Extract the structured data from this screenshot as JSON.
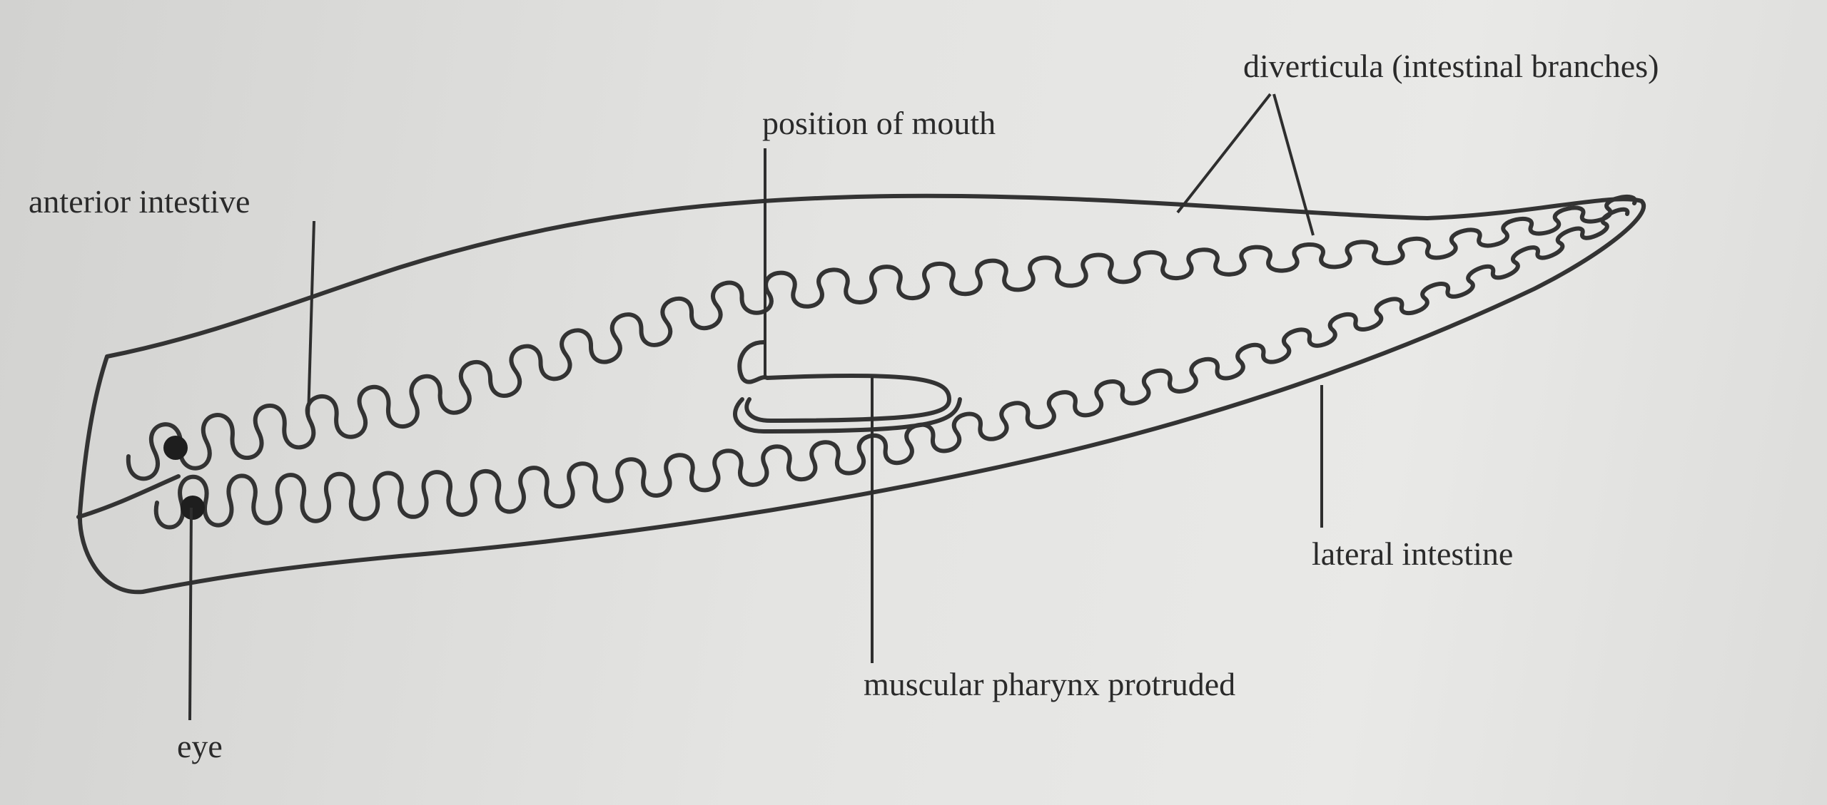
{
  "diagram": {
    "labels": {
      "diverticula": "diverticula (intestinal branches)",
      "mouth": "position of mouth",
      "anterior": "anterior intestive",
      "eye": "eye",
      "pharynx": "muscular pharynx protruded",
      "lateral": "lateral intestine"
    },
    "colors": {
      "ink": "#333333",
      "paper": "#e4e4e2"
    }
  }
}
